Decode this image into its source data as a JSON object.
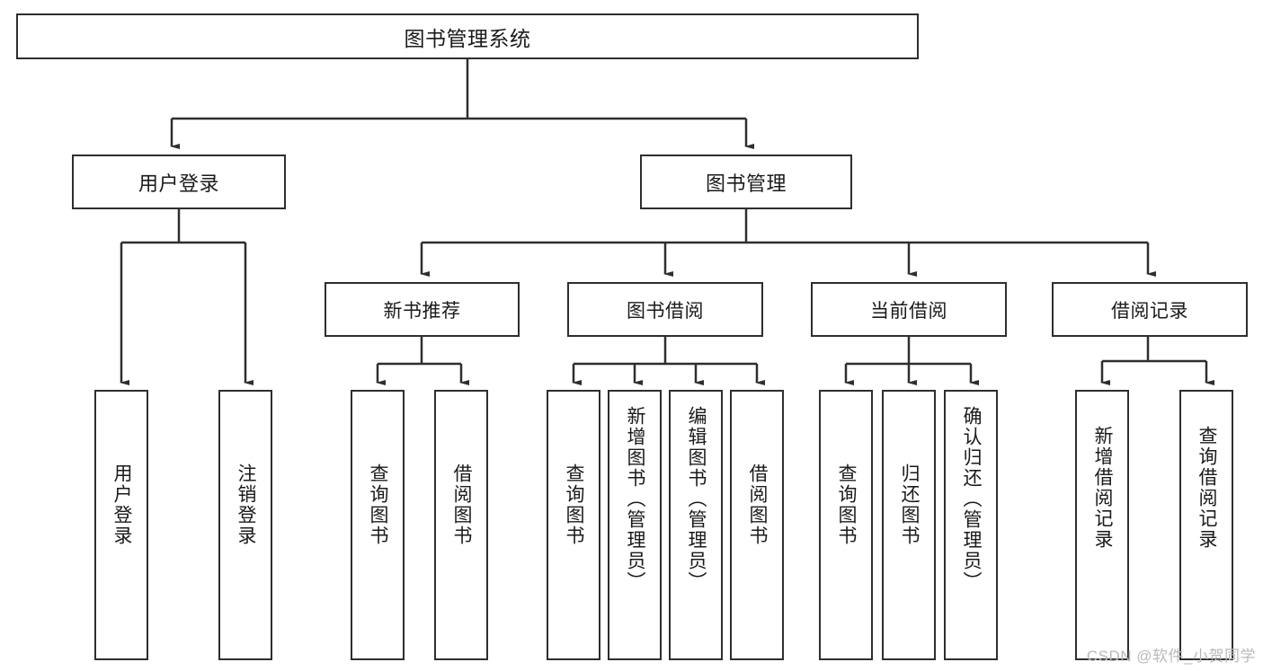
{
  "diagram": {
    "type": "tree",
    "title": "图书管理系统",
    "watermark": "CSDN @软件_小贺同学",
    "colors": {
      "box_border": "#2e2e2e",
      "box_fill": "#ffffff",
      "edge": "#2e2e2e",
      "text": "#1a1a1a",
      "watermark": "#b9b9b9",
      "background": "#ffffff"
    }
  },
  "nodes": {
    "root": {
      "label": "图书管理系统"
    },
    "level1": [
      {
        "id": "user-login",
        "label": "用户登录"
      },
      {
        "id": "book-management",
        "label": "图书管理"
      }
    ],
    "level2": [
      {
        "id": "new-book-recommend",
        "label": "新书推荐"
      },
      {
        "id": "book-borrow",
        "label": "图书借阅"
      },
      {
        "id": "current-borrow",
        "label": "当前借阅"
      },
      {
        "id": "borrow-record",
        "label": "借阅记录"
      }
    ],
    "leaves": {
      "user_login": [
        {
          "id": "leaf-user-login",
          "label": "用户登录"
        },
        {
          "id": "leaf-logout",
          "label": "注销登录"
        }
      ],
      "new_book_recommend": [
        {
          "id": "leaf-query-book-1",
          "label": "查询图书"
        },
        {
          "id": "leaf-borrow-book-1",
          "label": "借阅图书"
        }
      ],
      "book_borrow": [
        {
          "id": "leaf-query-book-2",
          "label": "查询图书"
        },
        {
          "id": "leaf-add-book",
          "label": "新增图书（管理员）"
        },
        {
          "id": "leaf-edit-book",
          "label": "编辑图书（管理员）"
        },
        {
          "id": "leaf-borrow-book-2",
          "label": "借阅图书"
        }
      ],
      "current_borrow": [
        {
          "id": "leaf-query-book-3",
          "label": "查询图书"
        },
        {
          "id": "leaf-return-book",
          "label": "归还图书"
        },
        {
          "id": "leaf-confirm-return",
          "label": "确认归还（管理员）"
        }
      ],
      "borrow_record": [
        {
          "id": "leaf-add-record",
          "label": "新增借阅记录"
        },
        {
          "id": "leaf-query-record",
          "label": "查询借阅记录"
        }
      ]
    }
  }
}
